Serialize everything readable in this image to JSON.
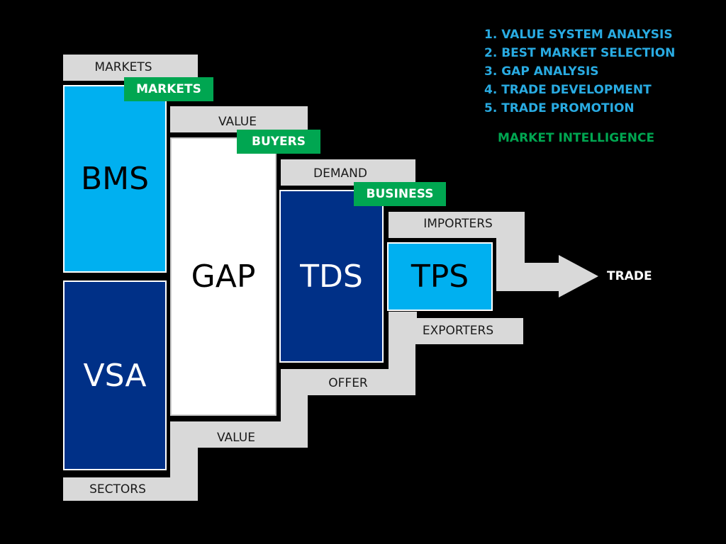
{
  "legend": {
    "items": [
      "1. VALUE SYSTEM ANALYSIS",
      "2. BEST MARKET SELECTION",
      "3. GAP ANALYSIS",
      "4. TRADE DEVELOPMENT",
      "5. TRADE PROMOTION"
    ],
    "subtitle": "MARKET INTELLIGENCE"
  },
  "labels": {
    "markets_top": "MARKETS",
    "value_top": "VALUE",
    "demand": "DEMAND",
    "importers": "IMPORTERS",
    "exporters": "EXPORTERS",
    "offer": "OFFER",
    "value_bottom": "VALUE",
    "sectors": "SECTORS",
    "trade": "TRADE"
  },
  "tags": {
    "markets": "MARKETS",
    "buyers": "BUYERS",
    "business": "BUSINESS"
  },
  "blocks": {
    "bms": "BMS",
    "vsa": "VSA",
    "gap": "GAP",
    "tds": "TDS",
    "tps": "TPS"
  },
  "colors": {
    "light_blue": "#00b0f0",
    "dark_blue": "#003087",
    "white": "#ffffff",
    "grey": "#d9d9d9",
    "green": "#00a651",
    "legend_blue": "#29abe2"
  }
}
